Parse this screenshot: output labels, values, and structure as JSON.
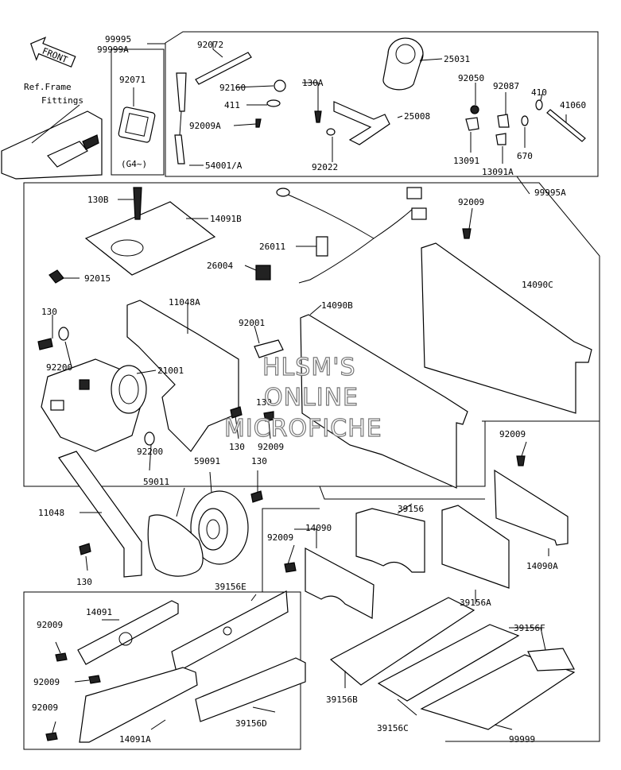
{
  "front_label": "FRONT",
  "ref_frame": [
    "Ref.Frame",
    "Fittings"
  ],
  "g4_label": "(G4~)",
  "watermark": [
    "HLSM'S",
    "ONLINE",
    "MICROFICHE"
  ],
  "callouts": {
    "p99995": "99995",
    "p99999A": "99999A",
    "p92072": "92072",
    "p92071": "92071",
    "p92160": "92160",
    "p130A": "130A",
    "p411": "411",
    "p92009A": "92009A",
    "p54001A": "54001/A",
    "p25031": "25031",
    "p25008": "25008",
    "p92022": "92022",
    "p92050": "92050",
    "p92087": "92087",
    "p410": "410",
    "p41060": "41060",
    "p13091": "13091",
    "p13091A": "13091A",
    "p670": "670",
    "p130B": "130B",
    "p14091B": "14091B",
    "p26011": "26011",
    "p26004": "26004",
    "p92009a": "92009",
    "p99995A": "99995A",
    "p92015": "92015",
    "p14090C": "14090C",
    "p11048A": "11048A",
    "p14090B": "14090B",
    "p130a": "130",
    "p92001": "92001",
    "p92200a": "92200",
    "p21001": "21001",
    "p130b": "130",
    "p92200b": "92200",
    "p130c": "130",
    "p92009b": "92009",
    "p59091": "59091",
    "p130d": "130",
    "p92009c": "92009",
    "p59011": "59011",
    "p11048": "11048",
    "p39156": "39156",
    "p14090": "14090",
    "p92009d": "92009",
    "p14090A": "14090A",
    "p130e": "130",
    "p39156A": "39156A",
    "p39156E": "39156E",
    "p14091": "14091",
    "p92009e": "92009",
    "p92009f": "92009",
    "p92009g": "92009",
    "p39156F": "39156F",
    "p39156B": "39156B",
    "p39156D": "39156D",
    "p39156C": "39156C",
    "p14091A": "14091A",
    "p99999": "99999"
  }
}
